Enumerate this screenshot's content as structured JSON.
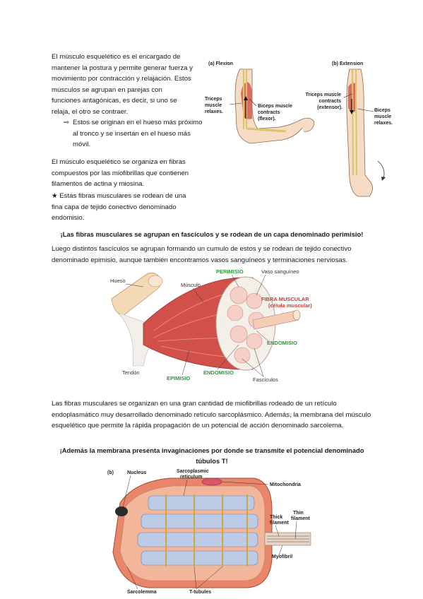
{
  "intro": {
    "p1": "El músculo esquelético es el encargado de mantener la postura y permite generar fuerza y movimiento por contracción y relajación. Estos músculos se agrupan en parejas con funciones antagónicas, es decir, si uno se relaja, el otro se contraer.",
    "arrow_bullet_glyph": "⇨",
    "arrow_bullet_text": "Estos se originan en el hueso más próximo al tronco y se insertan en el hueso más móvil.",
    "p2": "El músculo esquelético se organiza en fibras compuestos por las miofibrillas que contienen filamentos de actina y miosina.",
    "star_glyph": "★",
    "star_text": "Estas fibras musculares se rodean de una fina capa de tejido conectivo denominado endomisio."
  },
  "fig_arm": {
    "flexion_title": "(a) Flexion",
    "extension_title": "(b) Extension",
    "triceps_relaxes": [
      "Triceps",
      "muscle",
      "relaxes."
    ],
    "biceps_contracts": [
      "Biceps muscle",
      "contracts",
      "(flexor)."
    ],
    "triceps_contracts": [
      "Triceps muscle",
      "contracts",
      "(extensor)."
    ],
    "biceps_relaxes": [
      "Biceps",
      "muscle",
      "relaxes."
    ]
  },
  "heading1": "¡Las fibras musculares se agrupan en fascículos y se rodean de un capa denominado perimisio!",
  "para2": "Luego distintos fascículos se agrupan formando un cumulo de estos y se rodean de tejido conectivo denominado epimisio, aunque también encontramos vasos sanguíneos y terminaciones nerviosas.",
  "fig_muscle": {
    "hueso": "Hueso",
    "musculo": "Músculo",
    "perimisio": "PERIMISIO",
    "vaso": "Vaso sanguíneo",
    "fibra1": "FIBRA MUSCULAR",
    "fibra2": "(célula muscular)",
    "endomisio_right": "ENDOMISIO",
    "tendon": "Tendón",
    "epimisio": "EPIMISIO",
    "endomisio_bottom": "ENDOMISIO",
    "fasciculos": "Fascículos"
  },
  "para3": "Las fibras musculares se organizan en una gran cantidad de miofibrillas rodeado de un retículo endoplasmático muy desarrollado denominado retículo sarcoplásmico. Además, la membrana del músculo esquelético que permite la rápida propagación de un potencial de acción denominado sarcolema.",
  "heading2_line1": "¡Además la membrana presenta invaginaciones por donde se transmite el potencial denominado",
  "heading2_line2": "túbulos T!",
  "fig_fiber": {
    "panel": "(b)",
    "nucleus": "Nucleus",
    "sr1": "Sarcoplasmic",
    "sr2": "reticulum",
    "mito": "Mitochondria",
    "thick1": "Thick",
    "thick2": "filament",
    "thin1": "Thin",
    "thin2": "filament",
    "myofibril": "Myofibril",
    "sarcolemma": "Sarcolemma",
    "ttubules": "T-tubules"
  }
}
